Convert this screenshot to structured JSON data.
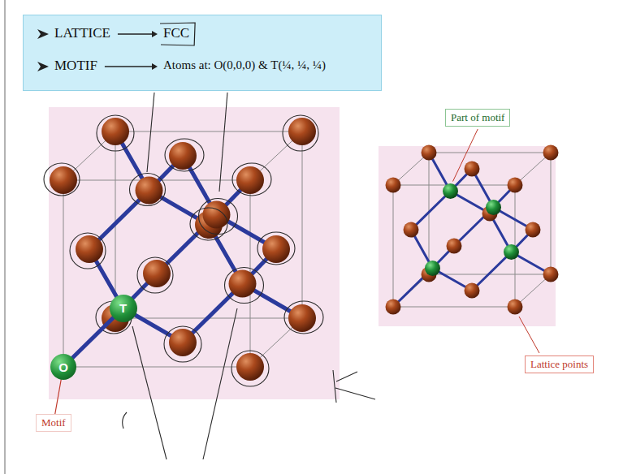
{
  "diagram": {
    "nodes": [
      {
        "text": [
          "LATTICE",
          "FCC",
          "MOTIF",
          "Atoms at: O(0,0,0) & T(¼, ¼, ¼)"
        ]
      },
      {
        "text": [
          "O"
        ]
      },
      {
        "text": [
          "T"
        ]
      },
      {
        "text": [
          "Motif"
        ]
      },
      {
        "text": [
          "Part of motif"
        ]
      },
      {
        "text": [
          "Lattice points"
        ]
      }
    ],
    "edges": [
      {
        "from": 3,
        "to": 1,
        "arrow": "none"
      },
      {
        "from": 1,
        "to": 2,
        "arrow": "none"
      }
    ]
  }
}
